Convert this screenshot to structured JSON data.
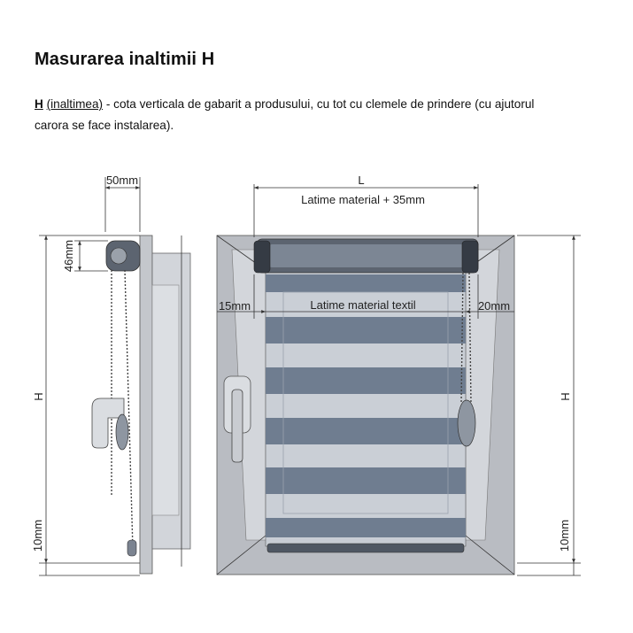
{
  "header": {
    "title": "Masurarea inaltimii H"
  },
  "intro": {
    "term": "H",
    "term_note": "(inaltimea)",
    "text_line1": " - cota verticala de gabarit a produsului, cu tot cu clemele de prindere (cu ajutorul",
    "text_line2": "carora se face instalarea)."
  },
  "side_view": {
    "depth_label": "50mm",
    "box_height_label": "46mm",
    "height_label": "H",
    "bottom_gap_label": "10mm"
  },
  "front_view": {
    "width_label": "L",
    "width_note": "Latime material + 35mm",
    "fabric_width_label": "Latime material textil",
    "left_offset_label": "15mm",
    "right_offset_label": "20mm",
    "height_label": "H",
    "bottom_gap_label": "10mm"
  },
  "colors": {
    "fabric_dark": "#6f7d90",
    "fabric_light": "#c9ced6",
    "frame": "#b9bcc2",
    "window_glass": "#dfe2e6",
    "line": "#333333"
  }
}
